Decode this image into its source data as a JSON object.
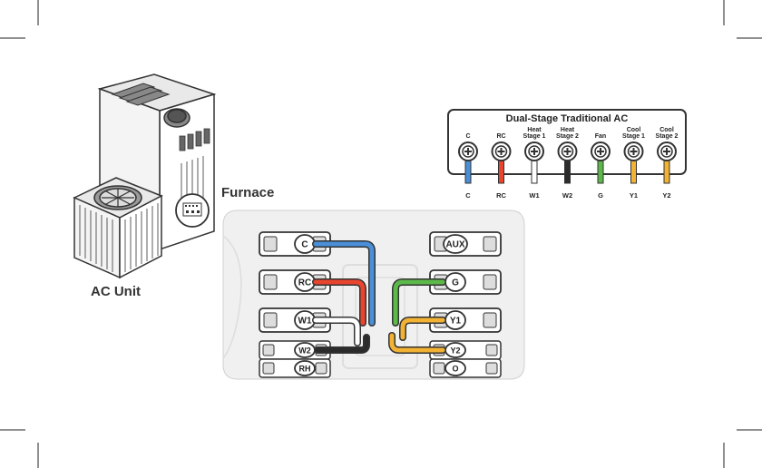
{
  "labels": {
    "furnace": "Furnace",
    "ac_unit": "AC Unit"
  },
  "panel": {
    "title": "Dual-Stage Traditional AC",
    "terminals": [
      {
        "top": [
          "C"
        ],
        "bottom": "C",
        "color": "#4a8fd8"
      },
      {
        "top": [
          "RC"
        ],
        "bottom": "RC",
        "color": "#e8452e"
      },
      {
        "top": [
          "Heat",
          "Stage 1"
        ],
        "bottom": "W1",
        "color": "#ffffff"
      },
      {
        "top": [
          "Heat",
          "Stage 2"
        ],
        "bottom": "W2",
        "color": "#2b2b2b"
      },
      {
        "top": [
          "Fan"
        ],
        "bottom": "G",
        "color": "#5db84a"
      },
      {
        "top": [
          "Cool",
          "Stage 1"
        ],
        "bottom": "Y1",
        "color": "#f2b233"
      },
      {
        "top": [
          "Cool",
          "Stage 2"
        ],
        "bottom": "Y2",
        "color": "#f2b233"
      }
    ]
  },
  "baseplate": {
    "left_terminals": [
      "C",
      "RC",
      "W1",
      "W2",
      "RH"
    ],
    "right_terminals": [
      "AUX",
      "G",
      "Y1",
      "Y2",
      "O"
    ]
  },
  "colors": {
    "blue": "#4a8fd8",
    "red": "#e8452e",
    "white": "#ffffff",
    "black": "#2b2b2b",
    "green": "#5db84a",
    "yellow": "#f2b233"
  }
}
